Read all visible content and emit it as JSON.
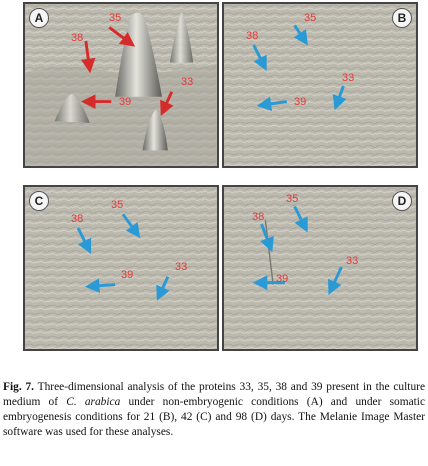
{
  "panels": [
    {
      "letter": "A",
      "labels": {
        "p35": "35",
        "p38": "38",
        "p39": "39",
        "p33": "33"
      }
    },
    {
      "letter": "B",
      "labels": {
        "p35": "35",
        "p38": "38",
        "p39": "39",
        "p33": "33"
      }
    },
    {
      "letter": "C",
      "labels": {
        "p35": "35",
        "p38": "38",
        "p39": "39",
        "p33": "33"
      }
    },
    {
      "letter": "D",
      "labels": {
        "p35": "35",
        "p38": "38",
        "p39": "39",
        "p33": "33"
      }
    }
  ],
  "colors": {
    "arrow_a": "#d62b2b",
    "arrow_other": "#2a9ad6",
    "label": "#e23a3a",
    "surface": "#b9b7ac"
  },
  "caption": {
    "figure_label": "Fig. 7.",
    "part1": " Three-dimensional analysis of the proteins 33, 35, 38 and 39 present in the culture medium of ",
    "species": "C. arabica",
    "part2": " under non-embryogenic conditions (A) and under somatic embryogenesis conditions for 21 (B), 42 (C) and 98 (D) days. The Melanie Image Master software was used for these analyses."
  }
}
